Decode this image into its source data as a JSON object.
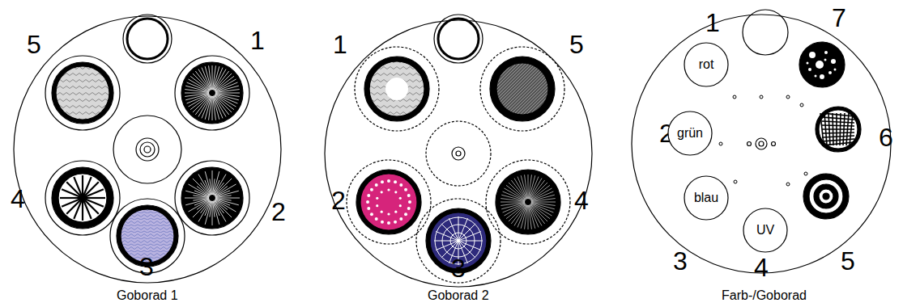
{
  "diagram": {
    "nodes": [
      {
        "text": [
          "rot"
        ]
      },
      {
        "text": [
          "grün"
        ]
      },
      {
        "text": [
          "blau"
        ]
      },
      {
        "text": [
          "UV"
        ]
      }
    ],
    "labels": [
      "5",
      "1",
      "4",
      "2",
      "3",
      "Goborad 1",
      "1",
      "5",
      "2",
      "4",
      "3",
      "Goborad 2",
      "1",
      "7",
      "2",
      "6",
      "3",
      "5",
      "4",
      "Farb-/Goborad"
    ]
  }
}
